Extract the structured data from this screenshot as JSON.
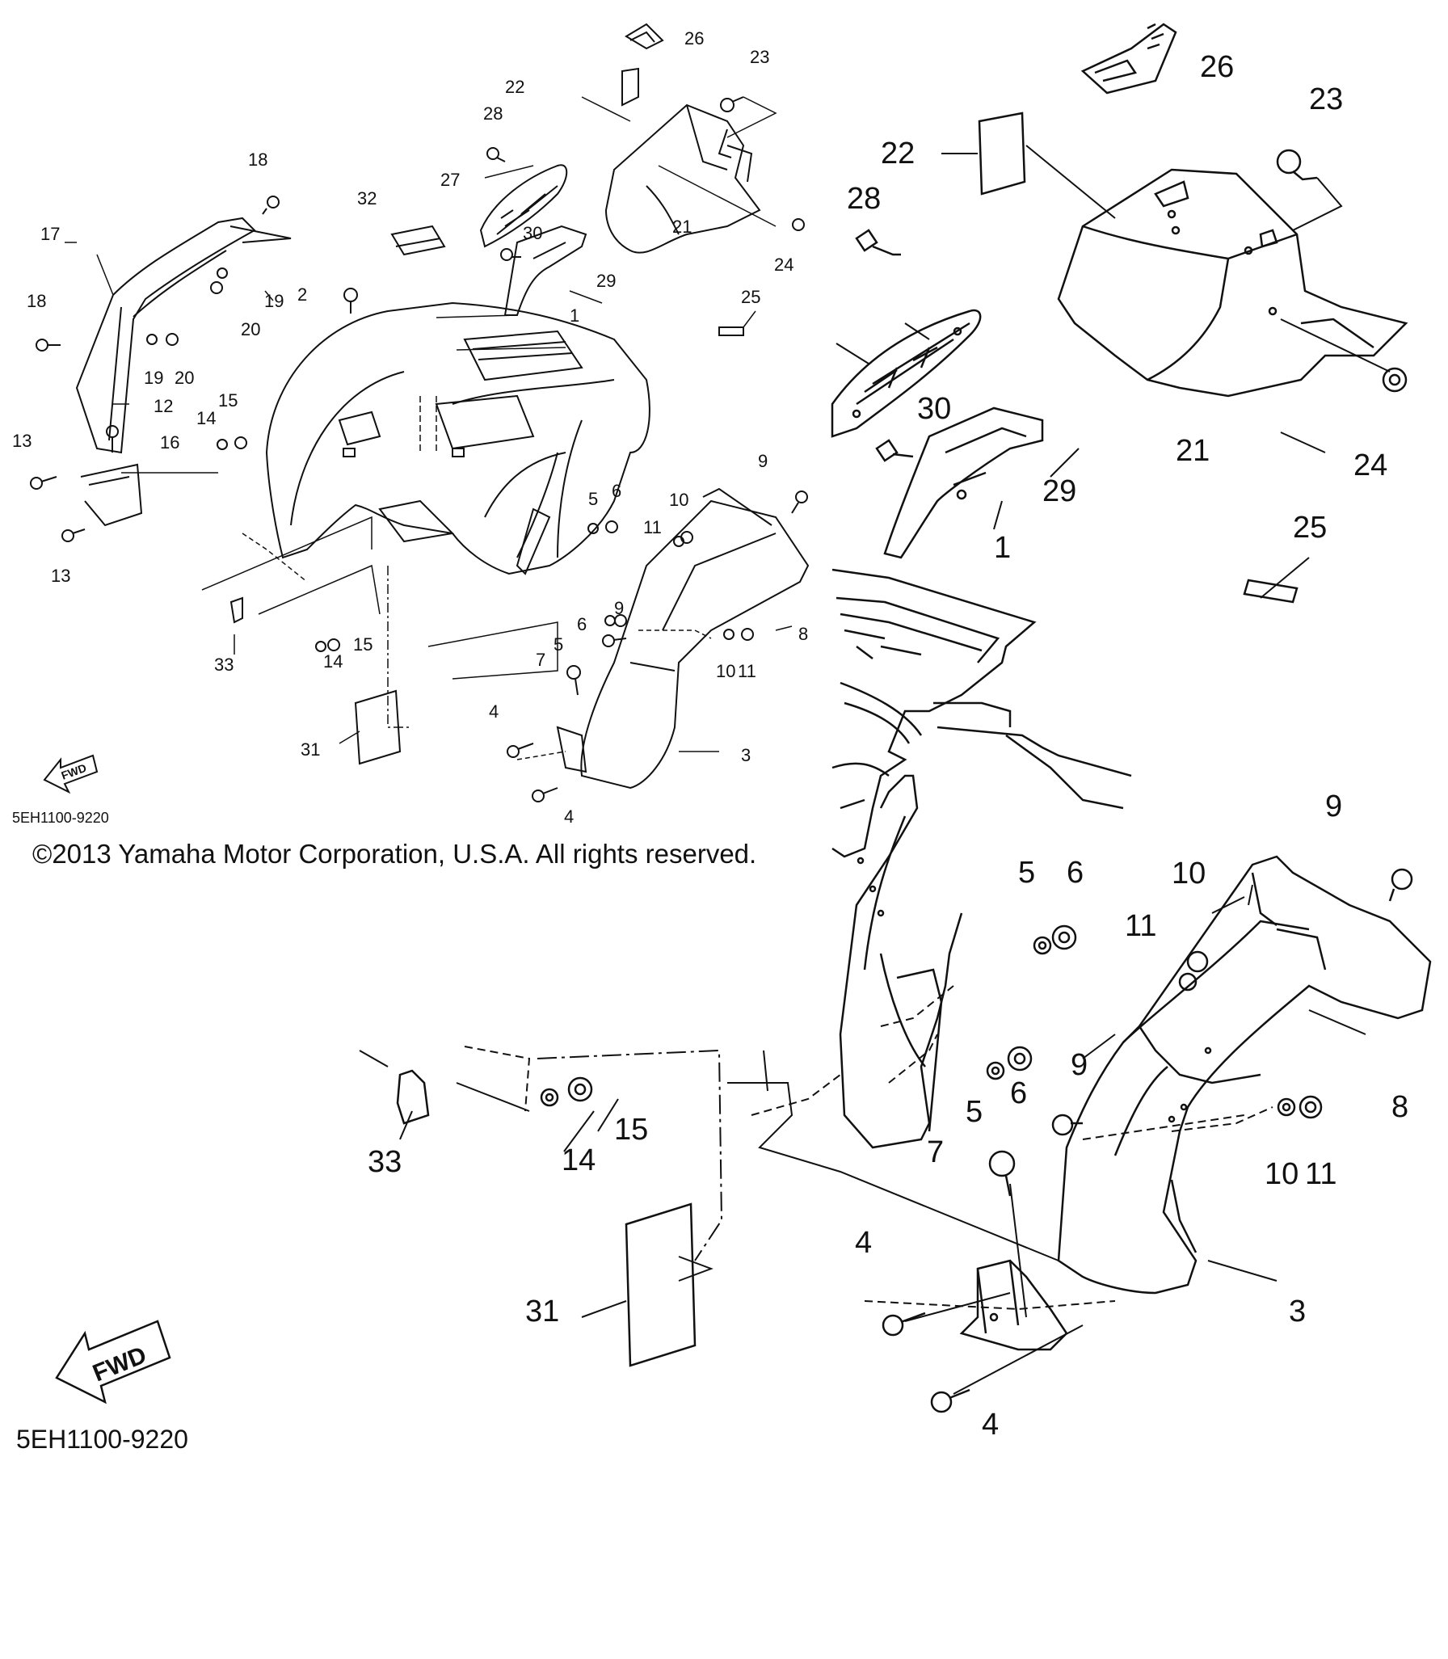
{
  "diagram": {
    "part_code": "5EH1100-9220",
    "copyright": "©2013 Yamaha Motor Corporation, U.S.A. All rights reserved.",
    "fwd_label": "FWD",
    "labels": {
      "p1": "1",
      "p2": "2",
      "p3": "3",
      "p4": "4",
      "p5": "5",
      "p6": "6",
      "p7": "7",
      "p8": "8",
      "p9": "9",
      "p10": "10",
      "p11": "11",
      "p12": "12",
      "p13": "13",
      "p14": "14",
      "p15": "15",
      "p16": "16",
      "p17": "17",
      "p18": "18",
      "p19": "19",
      "p20": "20",
      "p21": "21",
      "p22": "22",
      "p23": "23",
      "p24": "24",
      "p25": "25",
      "p26": "26",
      "p27": "27",
      "p28": "28",
      "p29": "29",
      "p30": "30",
      "p31": "31",
      "p32": "32",
      "p33": "33"
    }
  }
}
